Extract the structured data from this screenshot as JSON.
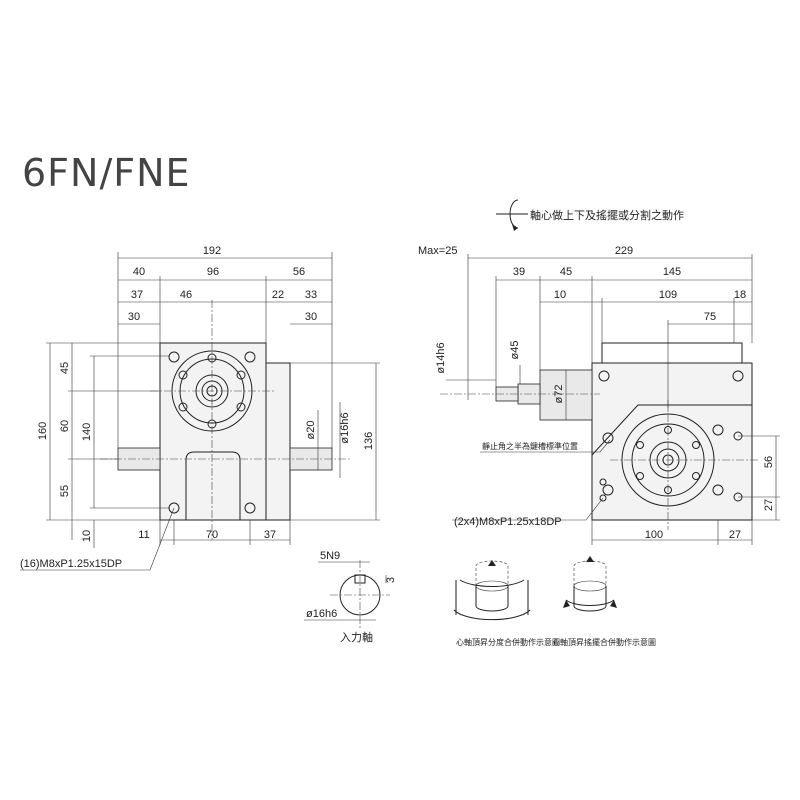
{
  "title": "6FN/FNE",
  "motion_note": "軸心做上下及搖擺或分割之動作",
  "front_view": {
    "dims": {
      "overall_width": "192",
      "left_offset": "40",
      "center_span": "96",
      "right_span": "56",
      "shaft_left_a": "37",
      "shaft_left_b": "46",
      "right_a": "22",
      "right_b": "33",
      "shaft_left_len": "30",
      "right_shaft_len": "30",
      "height_total": "160",
      "height_top": "45",
      "height_mid": "60",
      "height_140": "140",
      "height_bottom": "55",
      "height_10": "10",
      "bottom_11": "11",
      "bottom_70": "70",
      "bottom_37": "37",
      "shaft_dia_20": "ø20",
      "shaft_dia_16": "ø16h6",
      "right_height": "136"
    },
    "callout": "(16)M8xP1.25x15DP"
  },
  "key_detail": {
    "key_width": "5N9",
    "key_depth": "3",
    "shaft_dia": "ø16h6",
    "label": "入力軸"
  },
  "side_view": {
    "dims": {
      "max": "Max=25",
      "overall": "229",
      "d39": "39",
      "d45": "45",
      "d145": "145",
      "d10": "10",
      "d109": "109",
      "d18": "18",
      "d75": "75",
      "dia14": "ø14h6",
      "dia45": "ø45",
      "dia72": "ø72",
      "h56": "56",
      "h27": "27",
      "b100": "100",
      "b27": "27"
    },
    "keyway_note": "靜止角之半為鍵槽標準位置",
    "callout": "(2x4)M8xP1.25x18DP"
  },
  "motion_diagrams": [
    {
      "caption": "心軸頂昇分度合併動作示意圖"
    },
    {
      "caption": "心軸頂昇搖擺合併動作示意圖"
    }
  ]
}
